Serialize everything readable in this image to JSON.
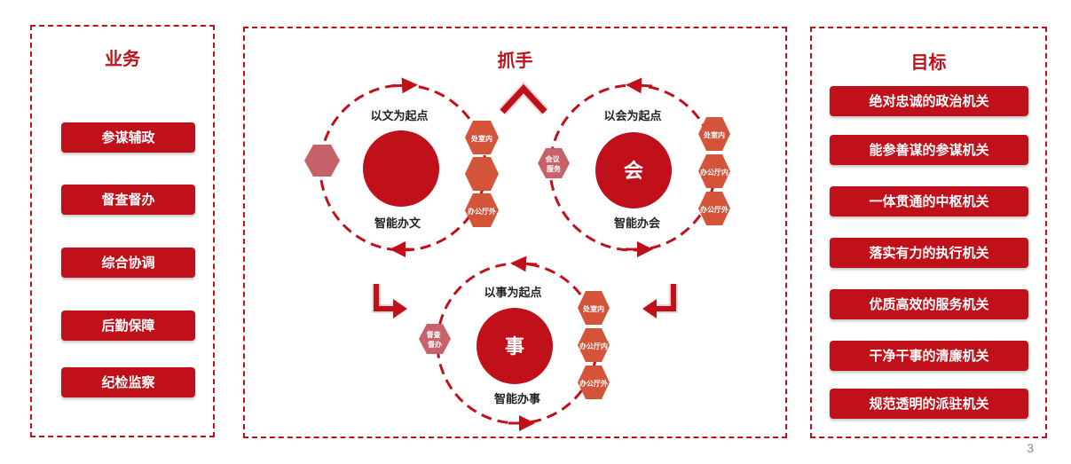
{
  "left_panel": {
    "title": "业务",
    "items": [
      "参谋辅政",
      "督查督办",
      "综合协调",
      "后勤保障",
      "纪检监察"
    ]
  },
  "center_panel": {
    "title": "抓手",
    "groups": [
      {
        "top_label": "以文为起点",
        "center_text": "",
        "bottom_label": "智能办文",
        "side_hex": "",
        "right_hexes": [
          "处室内",
          "",
          "办公厅外"
        ]
      },
      {
        "top_label": "以会为起点",
        "center_text": "会",
        "bottom_label": "智能办会",
        "side_hex": "会议\n服务",
        "right_hexes": [
          "处室内",
          "办公厅内",
          "办公厅外"
        ]
      },
      {
        "top_label": "以事为起点",
        "center_text": "事",
        "bottom_label": "智能办事",
        "side_hex": "督查\n督办",
        "right_hexes": [
          "处室内",
          "办公厅内",
          "办公厅外"
        ]
      }
    ]
  },
  "right_panel": {
    "title": "目标",
    "items": [
      "绝对忠诚的政治机关",
      "能参善谋的参谋机关",
      "一体贯通的中枢机关",
      "落实有力的执行机关",
      "优质高效的服务机关",
      "干净干事的清廉机关",
      "规范透明的派驻机关"
    ]
  },
  "page_number": "3",
  "colors": {
    "primary_red": "#c0101a",
    "hex_orange": "#d4543a",
    "hex_pink": "#c8626a",
    "arrow_light": "#f2d3d3"
  }
}
